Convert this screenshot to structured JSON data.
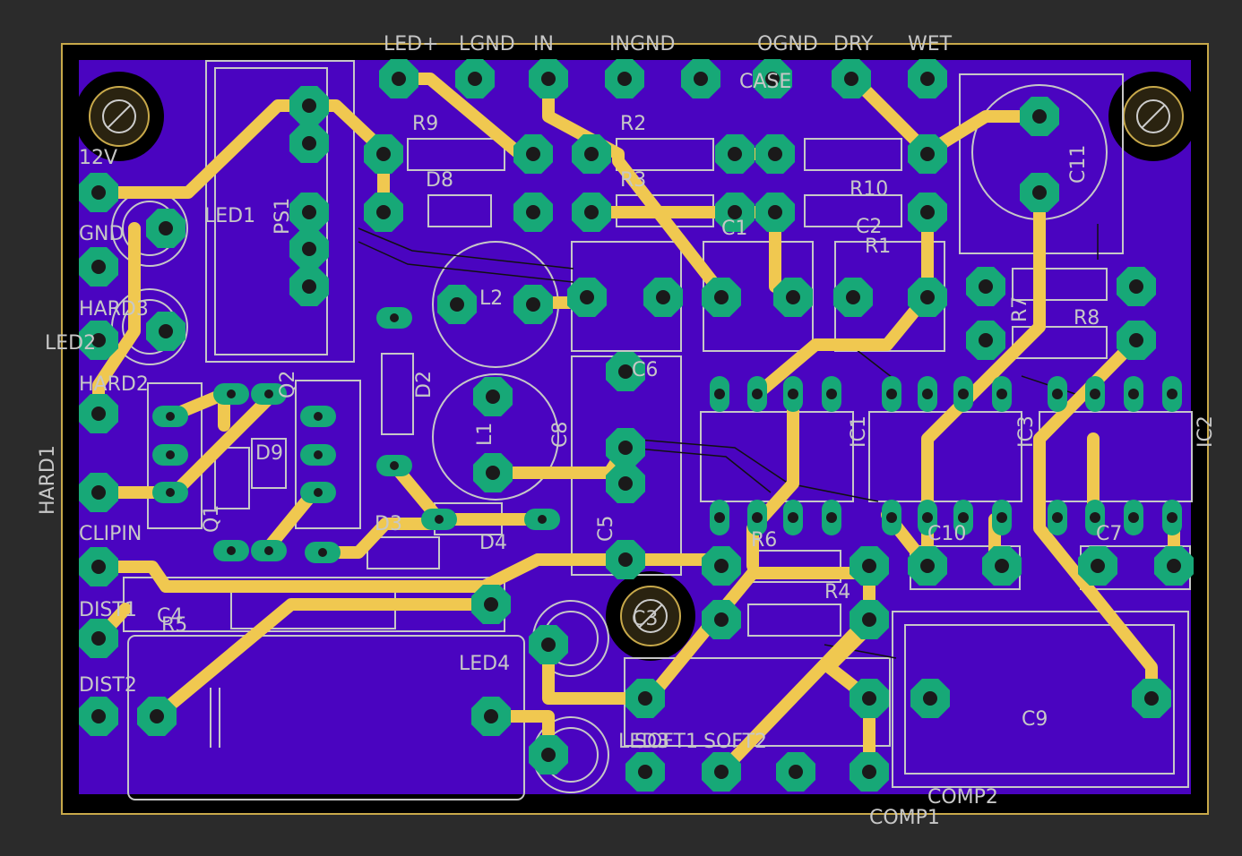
{
  "colors": {
    "background": "#2b2b2b",
    "board": "#000000",
    "outline": "#c8a94a",
    "copper": "#4a04c0",
    "trace": "#f0c850",
    "pad": "#17a877",
    "pad_ring": "#3fbf88",
    "silk": "#c7c7c7",
    "drill": "#1a1a1a"
  },
  "silk_labels": {
    "led_plus": "LED+",
    "lgnd": "LGND",
    "in": "IN",
    "ingnd": "INGND",
    "ognd": "OGND",
    "dry": "DRY",
    "wet": "WET",
    "case": "CASE",
    "v12": "12V",
    "gnd": "GND",
    "hard3": "HARD3",
    "led2": "LED2",
    "hard2": "HARD2",
    "hard1": "HARD1",
    "clipin": "CLIPIN",
    "dist1": "DIST1",
    "dist2": "DIST2",
    "led1": "LED1",
    "led3": "LED3",
    "led4": "LED4",
    "r9": "R9",
    "r2": "R2",
    "r3": "R3",
    "r10": "R10",
    "r1": "R1",
    "c1": "C1",
    "c2": "C2",
    "c4": "C4",
    "c5": "C5",
    "c6": "C6",
    "c7": "C7",
    "c8": "C8",
    "c9": "C9",
    "c10": "C10",
    "c11": "C11",
    "c3": "C3",
    "d8": "D8",
    "d2": "D2",
    "d3": "D3",
    "d4": "D4",
    "d9": "D9",
    "q1": "Q1",
    "q2": "Q2",
    "l2": "L2",
    "l1": "L1",
    "r4": "R4",
    "r6": "R6",
    "r7": "R7",
    "r8": "R8",
    "r5": "R5",
    "ic1": "IC1",
    "ic2": "IC2",
    "ic3": "IC3",
    "soft1": "SOFT1",
    "soft2": "SOFT2",
    "comp1": "COMP1",
    "comp2": "COMP2",
    "ps1": "PS1"
  }
}
